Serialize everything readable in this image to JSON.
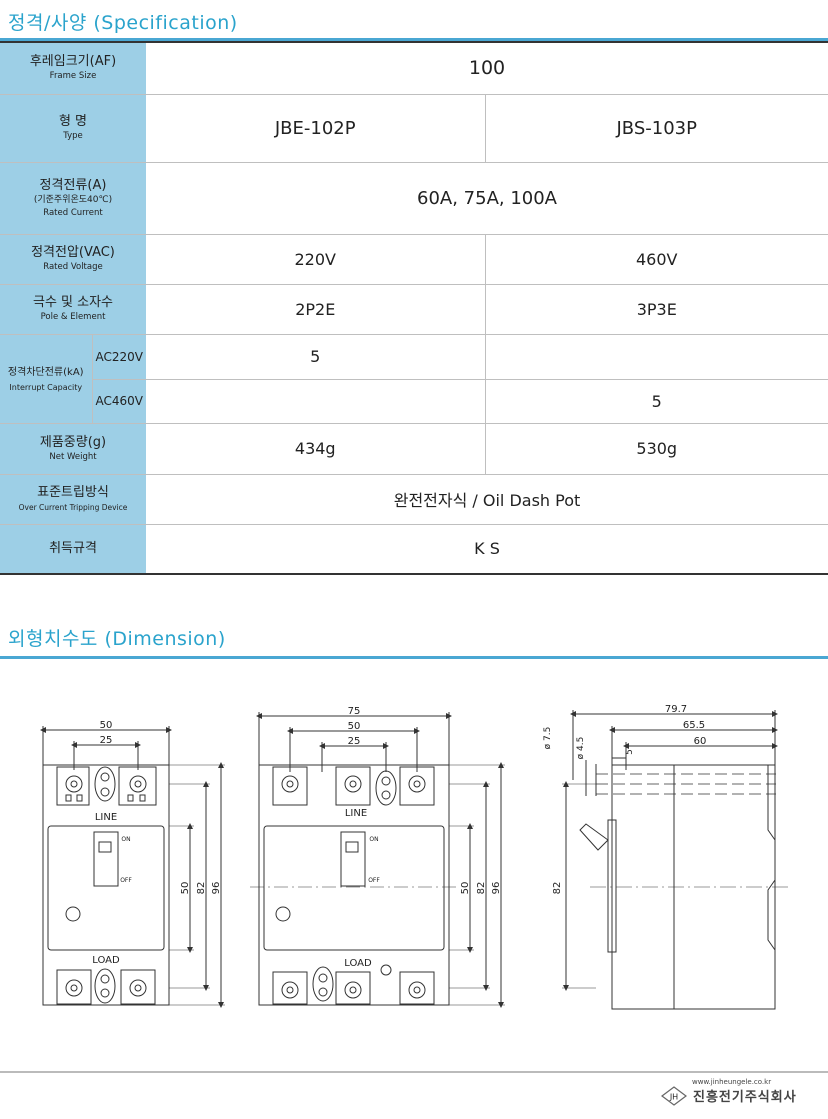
{
  "spec_section": {
    "title": "정격/사양 (Specification)"
  },
  "dim_section": {
    "title": "외형치수도 (Dimension)"
  },
  "rows": {
    "frame": {
      "ko": "후레임크기(AF)",
      "en": "Frame Size",
      "value": "100"
    },
    "type": {
      "ko": "형 명",
      "en": "Type",
      "v1": "JBE-102P",
      "v2": "JBS-103P"
    },
    "current": {
      "ko": "정격전류(A)",
      "ko2": "(기준주위온도40℃)",
      "en": "Rated Current",
      "value": "60A, 75A, 100A"
    },
    "voltage": {
      "ko": "정격전압(VAC)",
      "en": "Rated Voltage",
      "v1": "220V",
      "v2": "460V"
    },
    "pole": {
      "ko": "극수 및 소자수",
      "en": "Pole & Element",
      "v1": "2P2E",
      "v2": "3P3E"
    },
    "interrupt": {
      "ko": "정격차단전류(kA)",
      "en": "Interrupt Capacity",
      "ac220": {
        "label": "AC220V",
        "v1": "5",
        "v2": ""
      },
      "ac460": {
        "label": "AC460V",
        "v1": "",
        "v2": "5"
      }
    },
    "weight": {
      "ko": "제품중량(g)",
      "en": "Net Weight",
      "v1": "434g",
      "v2": "530g"
    },
    "trip": {
      "ko": "표준트립방식",
      "en": "Over Current Tripping Device",
      "value": "완전전자식 / Oil Dash Pot"
    },
    "cert": {
      "ko": "취득규격",
      "value": "K S"
    }
  },
  "drawings": {
    "left": {
      "dim_50": "50",
      "dim_25": "25",
      "line": "LINE",
      "load": "LOAD",
      "on": "ON",
      "off": "OFF",
      "v50": "50",
      "v82": "82",
      "v96": "96"
    },
    "middle": {
      "dim_75": "75",
      "dim_50": "50",
      "dim_25": "25",
      "line": "LINE",
      "load": "LOAD",
      "on": "ON",
      "off": "OFF",
      "v50": "50",
      "v82": "82",
      "v96": "96"
    },
    "right": {
      "d797": "79.7",
      "d655": "65.5",
      "d60": "60",
      "phi75": "ø 7.5",
      "phi45": "ø 4.5",
      "d5": "5",
      "v82": "82"
    }
  },
  "footer": {
    "url": "www.jinheungele.co.kr",
    "company": "진흥전기주식회사",
    "logo": "JH"
  },
  "colors": {
    "accent": "#2aa3cc",
    "header_bg": "#9dcfe6",
    "rule": "#4aa7d3"
  }
}
